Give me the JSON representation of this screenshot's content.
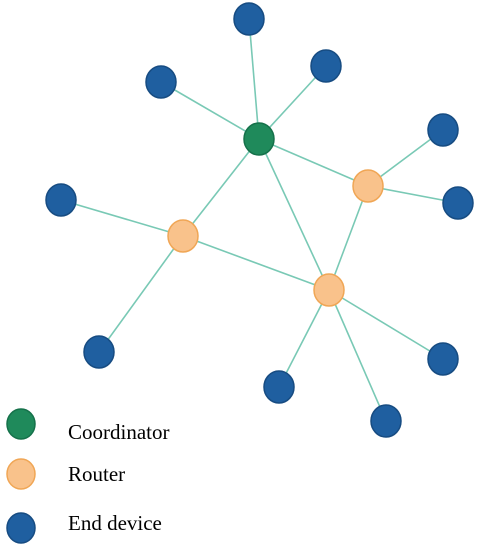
{
  "colors": {
    "link": "#79c9b5",
    "coordinator_fill": "#1f8a5b",
    "coordinator_stroke": "#15714a",
    "router_fill": "#f9c28b",
    "router_stroke": "#f0a655",
    "end_device_fill": "#1f5fa0",
    "end_device_stroke": "#174c82"
  },
  "node_types": {
    "coordinator": "Coordinator",
    "router": "Router",
    "end_device": "End device"
  },
  "nodes": [
    {
      "id": "coordinator",
      "type": "coordinator"
    },
    {
      "id": "router-left",
      "type": "router"
    },
    {
      "id": "router-right",
      "type": "router"
    },
    {
      "id": "router-bottom",
      "type": "router"
    },
    {
      "id": "end-device-top",
      "type": "end_device"
    },
    {
      "id": "end-device-upper-left",
      "type": "end_device"
    },
    {
      "id": "end-device-upper-right",
      "type": "end_device"
    },
    {
      "id": "end-device-right-top",
      "type": "end_device"
    },
    {
      "id": "end-device-right-middle",
      "type": "end_device"
    },
    {
      "id": "end-device-left",
      "type": "end_device"
    },
    {
      "id": "end-device-lower-left",
      "type": "end_device"
    },
    {
      "id": "end-device-bottom-center",
      "type": "end_device"
    },
    {
      "id": "end-device-bottom-right",
      "type": "end_device"
    },
    {
      "id": "end-device-lower-right",
      "type": "end_device"
    }
  ],
  "links": [
    [
      "coordinator",
      "end-device-top"
    ],
    [
      "coordinator",
      "end-device-upper-left"
    ],
    [
      "coordinator",
      "end-device-upper-right"
    ],
    [
      "coordinator",
      "router-right"
    ],
    [
      "coordinator",
      "router-left"
    ],
    [
      "coordinator",
      "router-bottom"
    ],
    [
      "router-right",
      "end-device-right-top"
    ],
    [
      "router-right",
      "end-device-right-middle"
    ],
    [
      "router-right",
      "router-bottom"
    ],
    [
      "router-left",
      "end-device-left"
    ],
    [
      "router-left",
      "end-device-lower-left"
    ],
    [
      "router-left",
      "router-bottom"
    ],
    [
      "router-bottom",
      "end-device-bottom-center"
    ],
    [
      "router-bottom",
      "end-device-bottom-right"
    ],
    [
      "router-bottom",
      "end-device-lower-right"
    ]
  ],
  "legend": [
    {
      "type": "coordinator",
      "label": "Coordinator"
    },
    {
      "type": "router",
      "label": "Router"
    },
    {
      "type": "end_device",
      "label": "End device"
    }
  ]
}
